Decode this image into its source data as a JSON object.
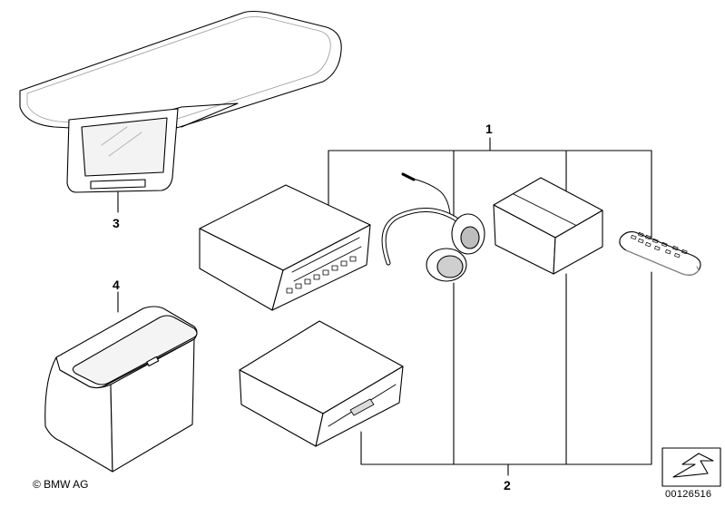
{
  "callouts": {
    "c1": "1",
    "c2": "2",
    "c3": "3",
    "c4": "4"
  },
  "footer": {
    "copyright": "© BMW AG",
    "doc_number": "00126516"
  },
  "colors": {
    "line": "#000000",
    "shade": "#bdbdbd",
    "light": "#e9e9e9"
  }
}
